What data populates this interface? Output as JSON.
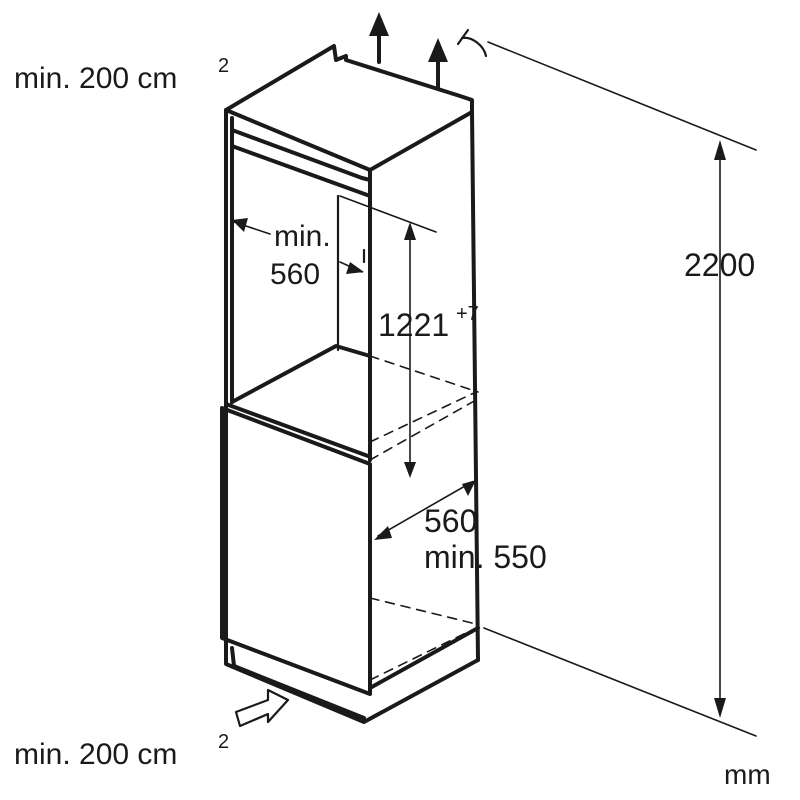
{
  "labels": {
    "vent_top": "min. 200 cm",
    "vent_top_sup": "2",
    "vent_bottom": "min. 200 cm",
    "vent_bottom_sup": "2",
    "height_total": "2200",
    "width_label_line1": "min.",
    "width_label_line2": "560",
    "niche_height": "1221",
    "niche_height_sup": "+7",
    "depth_line1": "560",
    "depth_line2": "min. 550",
    "unit": "mm"
  },
  "icons": {
    "air_out_arrow": "up-arrow-icon",
    "air_in_arrow": "right-arrow-icon",
    "notch": "notch-icon"
  }
}
